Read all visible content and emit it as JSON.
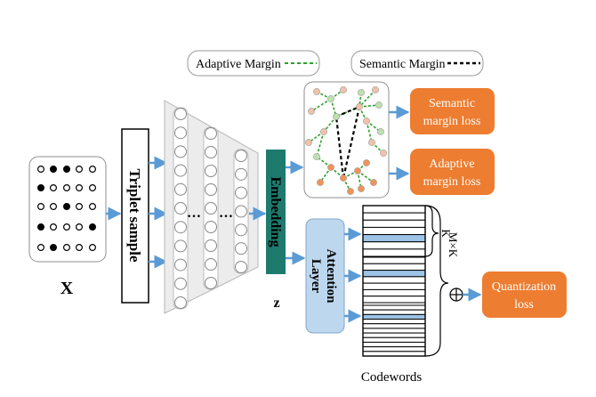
{
  "legend": {
    "adaptive_label": "Adaptive Margin",
    "semantic_label": "Semantic Margin"
  },
  "labels": {
    "x": "X",
    "triplet": "Triplet sample",
    "embedding": "Embedding",
    "z": "z",
    "attention": "Attention Layer",
    "attention_line1": "Attention",
    "attention_line2": "Layer",
    "codewords": "Codewords",
    "k": "K",
    "mk": "M×K",
    "ellipsis": "…"
  },
  "losses": {
    "semantic": "Semantic margin loss",
    "semantic_line1": "Semantic",
    "semantic_line2": "margin loss",
    "adaptive": "Adaptive margin loss",
    "adaptive_line1": "Adaptive",
    "adaptive_line2": "margin loss",
    "quantization": "Quantization loss",
    "quantization_line1": "Quantization",
    "quantization_line2": "loss"
  },
  "colors": {
    "arrow": "#5b9bd5",
    "orange": "#ed7d31",
    "teal": "#1f7a6e",
    "attention_fill": "#bdd7ee",
    "adaptive_dash": "#2ca02c",
    "semantic_dash": "#000000",
    "codeword_fill": "#9dc3e6"
  }
}
